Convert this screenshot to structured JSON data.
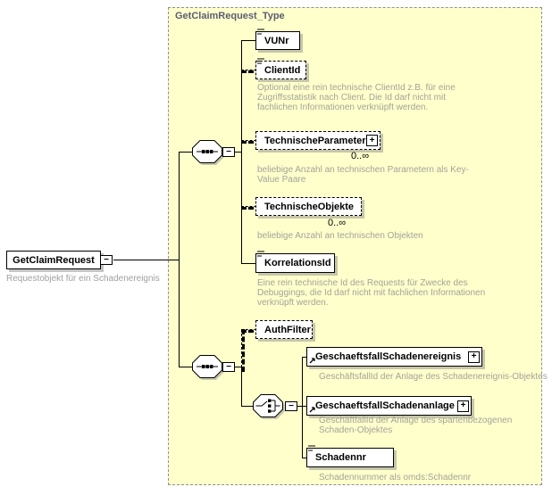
{
  "type_container": {
    "title": "GetClaimRequest_Type"
  },
  "root": {
    "label": "GetClaimRequest",
    "annotation": "Requestobjekt für ein Schadenereignis"
  },
  "glyphs": {
    "collapse": "−",
    "expand": "+"
  },
  "elements": {
    "vunr": {
      "label": "VUNr"
    },
    "client_id": {
      "label": "ClientId",
      "annotation": "Optional eine rein technische ClientId z.B. für eine Zugriffsstatistik nach Client. Die Id darf nicht mit fachlichen Informationen verknüpft werden."
    },
    "technische_parameter": {
      "label": "TechnischeParameter",
      "occurrence": "0..∞",
      "annotation": "beliebige Anzahl an technischen Parametern als Key-Value Paare"
    },
    "technische_objekte": {
      "label": "TechnischeObjekte",
      "occurrence": "0..∞",
      "annotation": "beliebige Anzahl an technischen Objekten"
    },
    "korrelations_id": {
      "label": "KorrelationsId",
      "annotation": "Eine rein technische Id des Requests für Zwecke des Debuggings, die Id darf nicht mit fachlichen Informationen verknüpft werden."
    },
    "auth_filter": {
      "label": "AuthFilter"
    },
    "geschaeftsfall_schadenereignis": {
      "label": "GeschaeftsfallSchadenereignis",
      "annotation": "GeschäftsfallId der Anlage des Schadenereignis-Objektes"
    },
    "geschaeftsfall_schadenanlage": {
      "label": "GeschaeftsfallSchadenanlage",
      "annotation": "GeschäftfallId der Anlage des spartenbezogenen Schaden-Objektes"
    },
    "schadennr": {
      "label": "Schadennr",
      "annotation": "Schadennummer als omds:Schadennr"
    }
  },
  "colors": {
    "container_fill": "#ffffcc",
    "container_border": "#8f8f8f",
    "title_text": "#5c5c74",
    "annotation_text": "#a3a398",
    "box_border": "#000000",
    "box_fill": "#ffffff"
  }
}
